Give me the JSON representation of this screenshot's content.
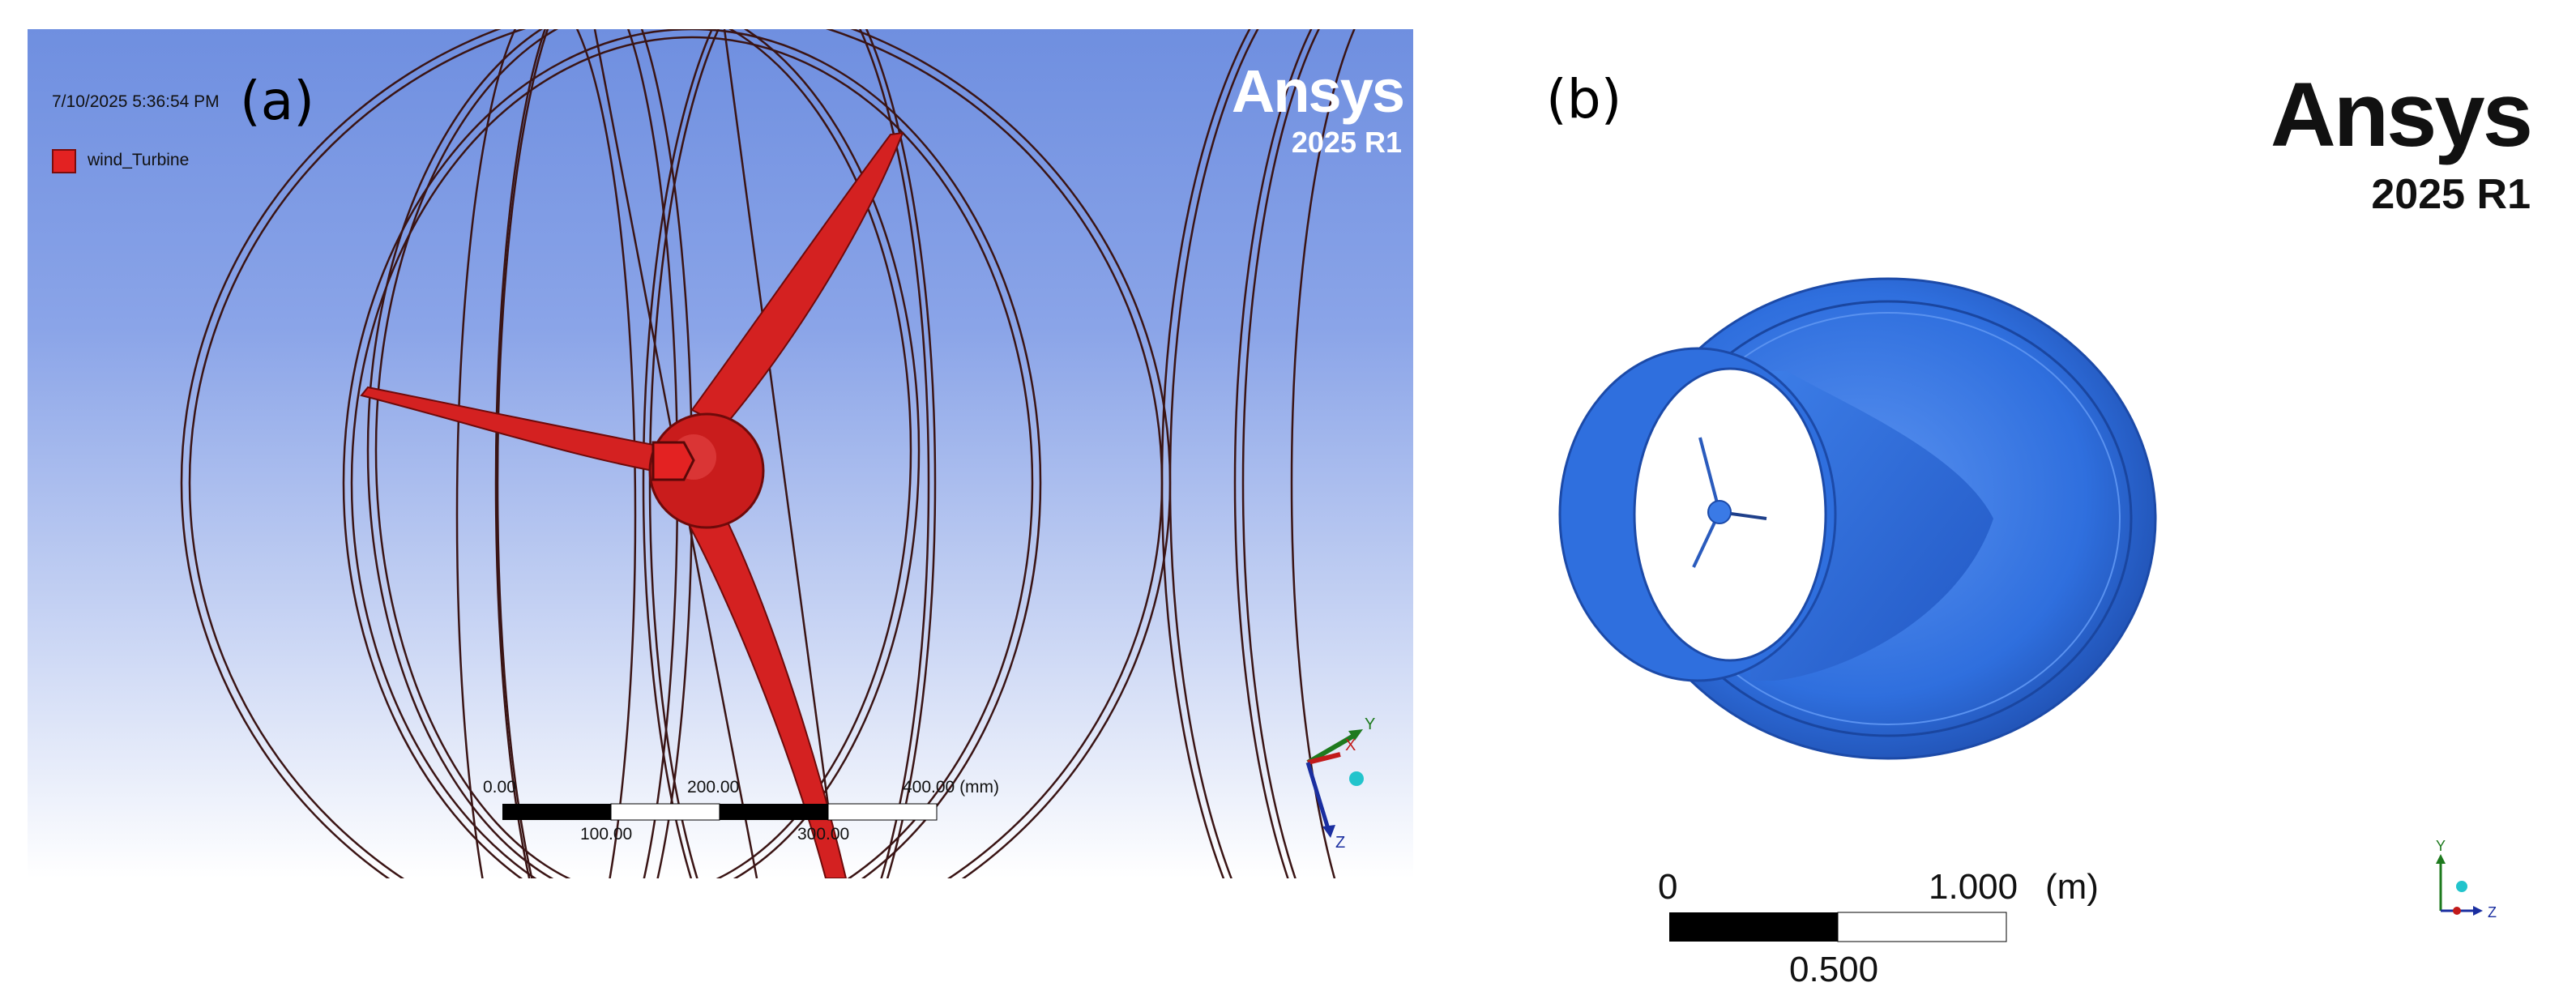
{
  "panel_a": {
    "figure_label": "(a)",
    "timestamp": "7/10/2025 5:36:54 PM",
    "legend": {
      "label": "wind_Turbine",
      "color": "#e32222"
    },
    "brand": {
      "name": "Ansys",
      "version": "2025 R1"
    },
    "scale_bar": {
      "top_labels": [
        "0.00",
        "200.00",
        "400.00 (mm)"
      ],
      "bottom_labels": [
        "100.00",
        "300.00"
      ]
    },
    "triad": {
      "x": "X",
      "y": "Y",
      "z": "Z"
    },
    "colors": {
      "background_top": "#6f8fe0",
      "turbine": "#e32222",
      "outlines": "#3a1414"
    }
  },
  "panel_b": {
    "figure_label": "(b)",
    "brand": {
      "name": "Ansys",
      "version": "2025 R1"
    },
    "scale_bar": {
      "top_labels": [
        "0",
        "1.000",
        "(m)"
      ],
      "bottom_labels": [
        "0.500"
      ]
    },
    "triad": {
      "y": "Y",
      "z": "Z"
    },
    "colors": {
      "diffuser": "#2f6fde"
    }
  }
}
